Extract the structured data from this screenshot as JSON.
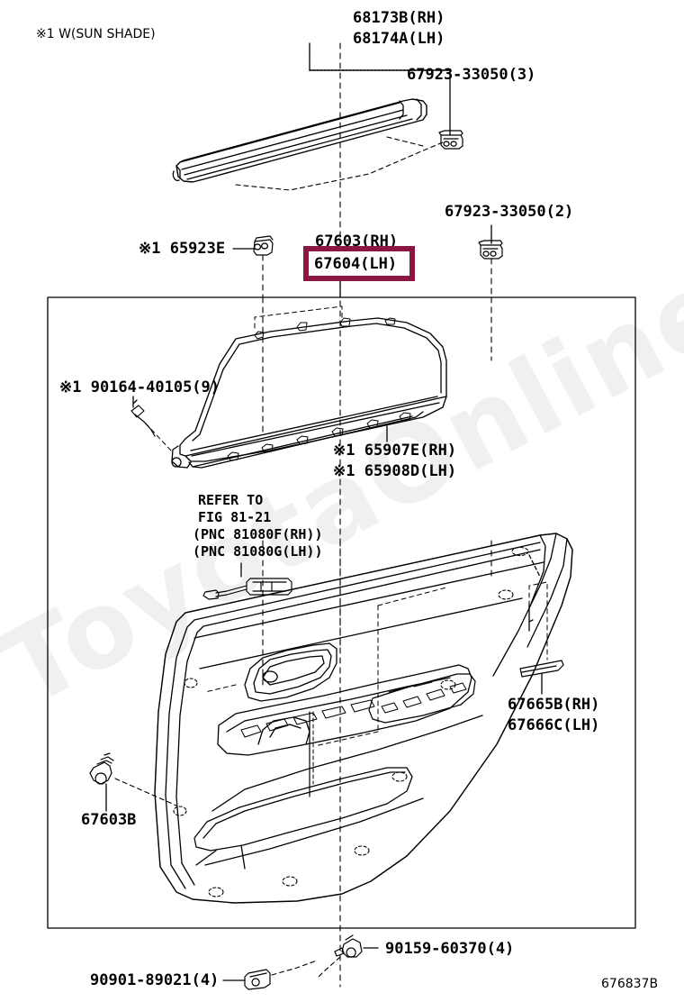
{
  "diagram": {
    "code": "676837B",
    "note_sunshade": "※1 W(SUN SHADE)",
    "watermark": "ToyotaOnline.ru",
    "highlight_color": "#8c1642"
  },
  "labels": {
    "belt_moulding_rh": "68173B(RH)",
    "belt_moulding_lh": "68174A(LH)",
    "clip_67923_3": "67923-33050(3)",
    "clip_67923_2": "67923-33050(2)",
    "clip_65923e": "※1 65923E",
    "screw_90164": "※1 90164-40105(9)",
    "sunshade_rh": "※1 65907E(RH)",
    "sunshade_lh": "※1 65908D(LH)",
    "refer_line1": "REFER TO",
    "refer_line2": "FIG 81-21",
    "refer_line3": "(PNC 81080F(RH))",
    "refer_line4": "(PNC 81080G(LH))",
    "ornament_rh": "67665B(RH)",
    "ornament_lh": "67666C(LH)",
    "plug_67603b": "67603B",
    "clip_90159": "90159-60370(4)",
    "clip_90901": "90901-89021(4)",
    "trim_board_rh_hidden": "67603(RH)",
    "trim_board_lh_highlight": "67604(LH)"
  }
}
